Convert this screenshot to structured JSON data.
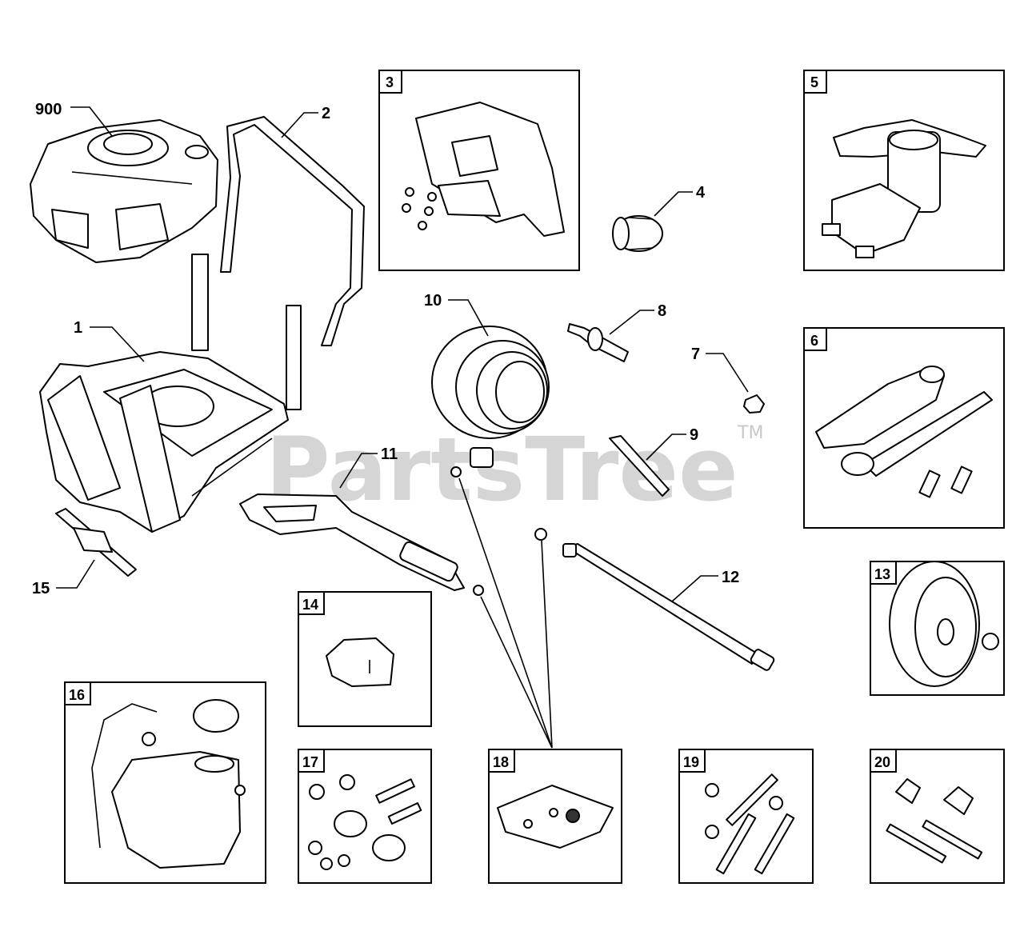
{
  "watermark": {
    "text": "PartsTree",
    "trademark": "TM"
  },
  "callouts": {
    "p900": "900",
    "p1": "1",
    "p2": "2",
    "p4": "4",
    "p7": "7",
    "p8": "8",
    "p9": "9",
    "p10": "10",
    "p11": "11",
    "p12": "12",
    "p15": "15"
  },
  "boxes": {
    "b3": "3",
    "b5": "5",
    "b6": "6",
    "b13": "13",
    "b14": "14",
    "b16": "16",
    "b17": "17",
    "b18": "18",
    "b19": "19",
    "b20": "20"
  }
}
